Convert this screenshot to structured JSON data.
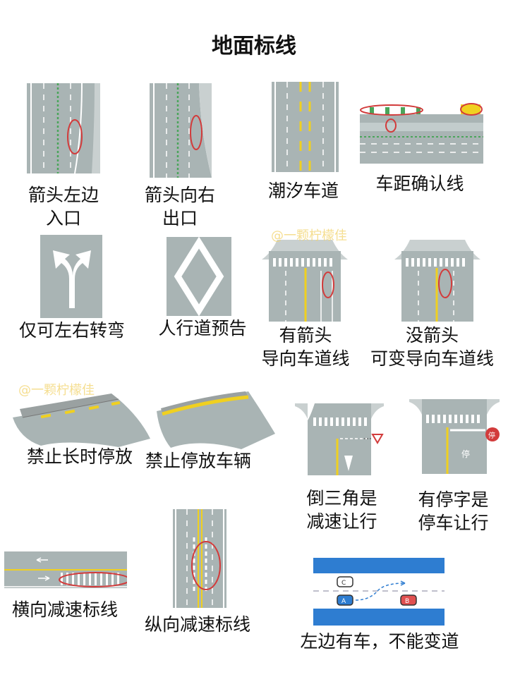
{
  "title": "地面标线",
  "watermark": "@一颗柠檬佳",
  "items": [
    {
      "lines": [
        "箭头左边",
        "入口"
      ]
    },
    {
      "lines": [
        "箭头向右",
        "出口"
      ]
    },
    {
      "lines": [
        "潮汐车道"
      ]
    },
    {
      "lines": [
        "车距确认线"
      ]
    },
    {
      "lines": [
        "仅可左右转弯"
      ]
    },
    {
      "lines": [
        "人行道预告"
      ]
    },
    {
      "lines": [
        "有箭头",
        "导向车道线"
      ]
    },
    {
      "lines": [
        "没箭头",
        "可变导向车道线"
      ]
    },
    {
      "lines": [
        "禁止长时停放"
      ]
    },
    {
      "lines": [
        "禁止停放车辆"
      ]
    },
    {
      "lines": [
        "倒三角是",
        "减速让行"
      ]
    },
    {
      "lines": [
        "有停字是",
        "停车让行"
      ]
    },
    {
      "lines": [
        "横向减速标线"
      ]
    },
    {
      "lines": [
        "纵向减速标线"
      ]
    },
    {
      "lines": [
        "左边有车，不能变道"
      ]
    }
  ],
  "figures": {
    "stop_sign_text": "停",
    "stop_road_text": "停",
    "car_labels": [
      "C",
      "A",
      "B"
    ]
  },
  "colors": {
    "road": "#a9b4b4",
    "lane_white": "#ffffff",
    "lane_yellow": "#f0d020",
    "green_line": "#4aa55a",
    "annotation_red": "#d23b3b",
    "sky_blue": "#2e7dd1"
  }
}
